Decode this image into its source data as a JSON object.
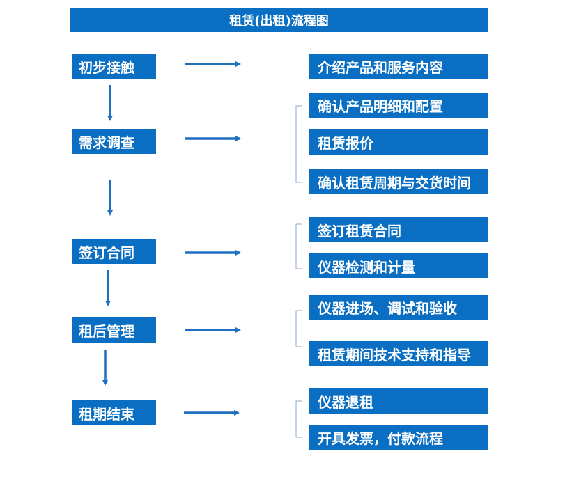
{
  "title": "租赁(出租)流程图",
  "stages": [
    {
      "label": "初步接触"
    },
    {
      "label": "需求调查"
    },
    {
      "label": "签订合同"
    },
    {
      "label": "租后管理"
    },
    {
      "label": "租期结束"
    }
  ],
  "details": [
    {
      "label": "介绍产品和服务内容"
    },
    {
      "label": "确认产品明细和配置"
    },
    {
      "label": "租赁报价"
    },
    {
      "label": "确认租赁周期与交货时间"
    },
    {
      "label": "签订租赁合同"
    },
    {
      "label": "仪器检测和计量"
    },
    {
      "label": "仪器进场、调试和验收"
    },
    {
      "label": "租赁期间技术支持和指导"
    },
    {
      "label": "仪器退租"
    },
    {
      "label": "开具发票，付款流程"
    }
  ],
  "colors": {
    "box": "#0a6fc2",
    "arrow": "#1f6fc0",
    "bracket": "#8ea9c8",
    "text": "#ffffff"
  }
}
